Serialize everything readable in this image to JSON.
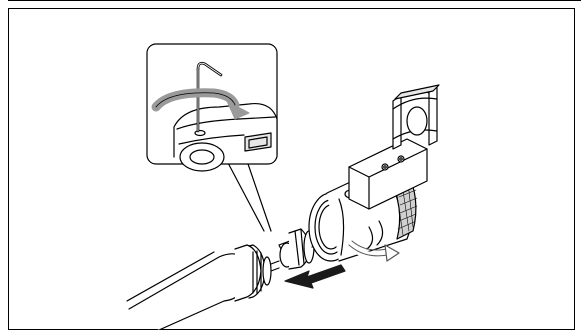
{
  "figure": {
    "kind": "technical-illustration",
    "parts": [
      "hex-key",
      "inset-magnified-view",
      "microphone-body",
      "adapter-connector",
      "shock-mount-holder",
      "mounting-clamp"
    ],
    "arrows": [
      "rotate-arrow",
      "removal-arrow",
      "holder-rotate-arrow"
    ],
    "colors": {
      "line": "#000000",
      "fill": "#ffffff",
      "shade": "#bdbdbd",
      "arrow": "#1a1a1a"
    }
  }
}
